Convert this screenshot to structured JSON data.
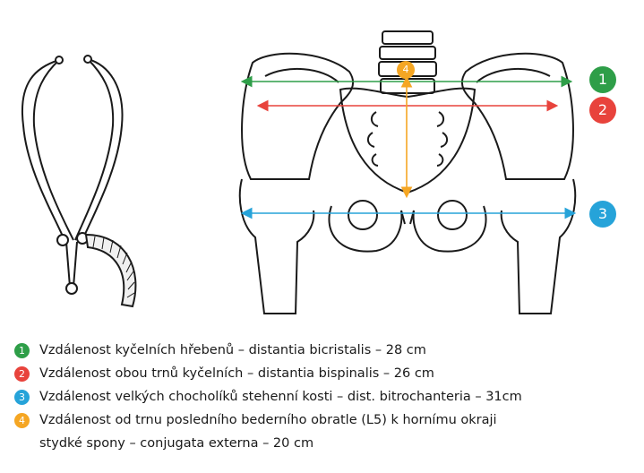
{
  "markers": [
    {
      "num": "1",
      "color": "#2e9e48"
    },
    {
      "num": "2",
      "color": "#e8433c"
    },
    {
      "num": "3",
      "color": "#26a3d9"
    },
    {
      "num": "4",
      "color": "#f5a623"
    }
  ],
  "legend": [
    {
      "num": "1",
      "color": "#2e9e48",
      "text": "Vzdálenost kyčelních hřebenů – distantia bicristalis – 28 cm"
    },
    {
      "num": "2",
      "color": "#e8433c",
      "text": "Vzdálenost obou trnů kyčelních – distantia bispinalis – 26 cm"
    },
    {
      "num": "3",
      "color": "#26a3d9",
      "text": "Vzdálenost velkých chocholíků stehenní kosti – dist. bitrochanteria – 31cm"
    },
    {
      "num": "4",
      "color": "#f5a623",
      "text": "Vzdálenost od trnu posledního bederního obratle (L5) k hornímu okraji",
      "continuation": "stydké spony – conjugata externa – 20 cm"
    }
  ]
}
